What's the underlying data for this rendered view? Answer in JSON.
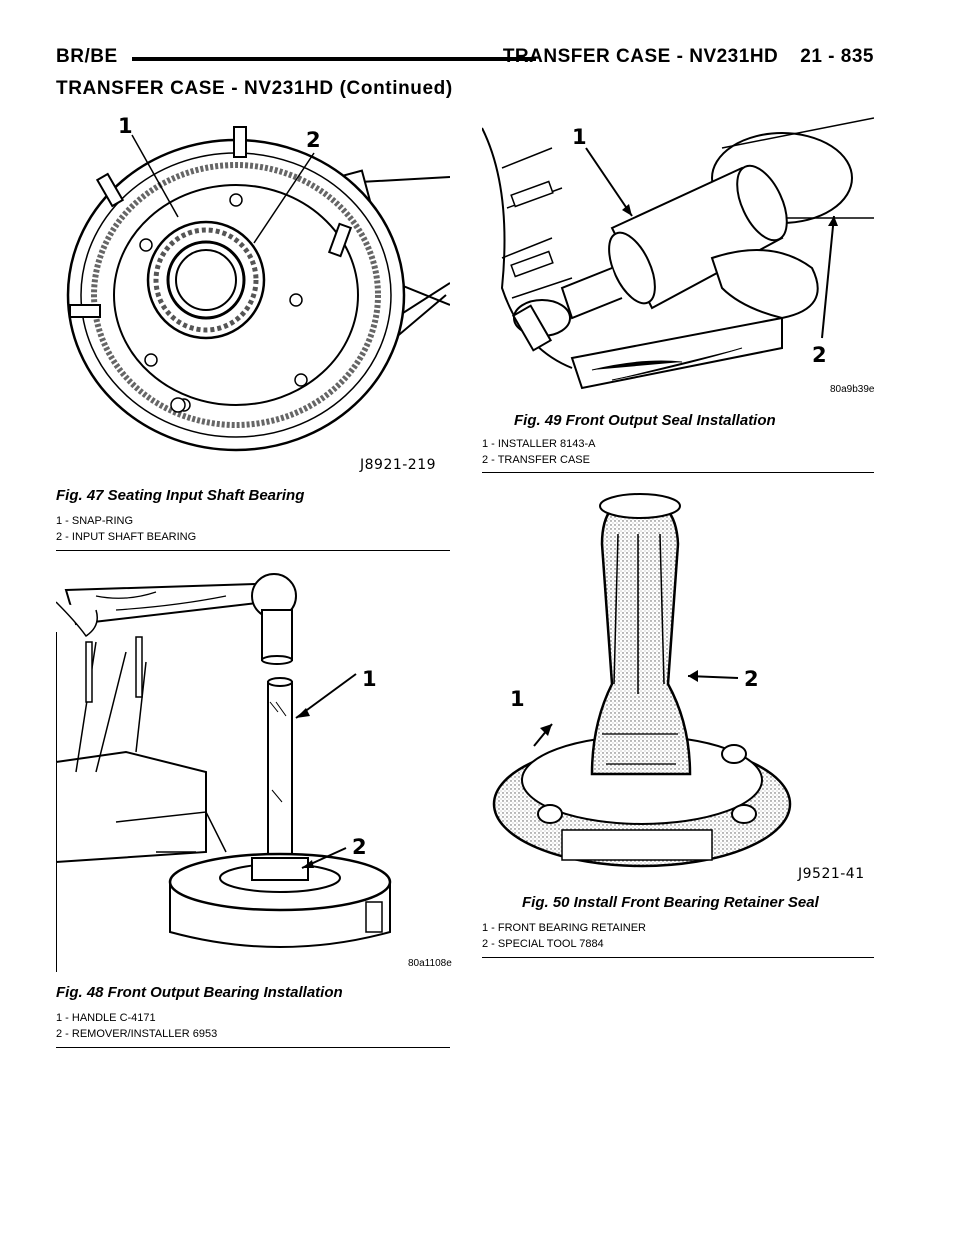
{
  "header": {
    "left": "BR/BE",
    "right_title": "TRANSFER CASE - NV231HD",
    "page": "21 - 835"
  },
  "subheader": "TRANSFER CASE - NV231HD (Continued)",
  "figures": [
    {
      "id": "fig47",
      "code": "J8921-219",
      "title": "Fig. 47 Seating Input Shaft Bearing",
      "callouts": [
        "1",
        "2"
      ],
      "legend": [
        "1 - SNAP-RING",
        "2 - INPUT SHAFT BEARING"
      ]
    },
    {
      "id": "fig48",
      "code": "80a1108e",
      "title": "Fig. 48 Front Output Bearing Installation",
      "callouts": [
        "1",
        "2"
      ],
      "legend": [
        "1 - HANDLE C-4171",
        "2 - REMOVER/INSTALLER 6953"
      ]
    },
    {
      "id": "fig49",
      "code": "80a9b39e",
      "title": "Fig. 49 Front Output Seal Installation",
      "callouts": [
        "1",
        "2"
      ],
      "legend": [
        "1 - INSTALLER 8143-A",
        "2 - TRANSFER CASE"
      ]
    },
    {
      "id": "fig50",
      "code": "J9521-41",
      "title": "Fig. 50 Install Front Bearing Retainer Seal",
      "callouts": [
        "1",
        "2"
      ],
      "legend": [
        "1 - FRONT BEARING RETAINER",
        "2 - SPECIAL TOOL 7884"
      ]
    }
  ]
}
